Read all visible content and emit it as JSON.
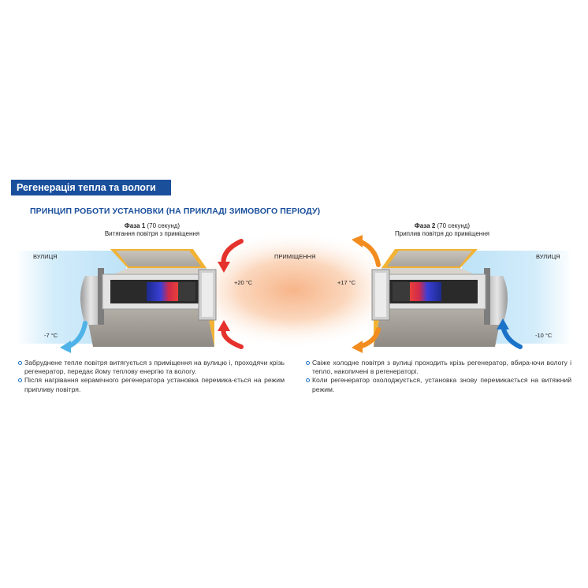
{
  "header": {
    "title": "Регенерація тепла та вологи"
  },
  "subtitle": "ПРИНЦИП РОБОТИ УСТАНОВКИ (НА ПРИКЛАДІ ЗИМОВОГО ПЕРІОДУ)",
  "phase1": {
    "name": "Фаза 1",
    "duration": "(70 секунд)",
    "description": "Витягання повітря з приміщення"
  },
  "phase2": {
    "name": "Фаза 2",
    "duration": "(70 секунд)",
    "description": "Приплив повітря до приміщення"
  },
  "labels": {
    "street_left": "ВУЛИЦЯ",
    "room": "ПРИМІЩЕННЯ",
    "street_right": "ВУЛИЦЯ",
    "temp_room_left": "+20 °C",
    "temp_room_right": "+17 °C",
    "temp_street_left": "-7 °C",
    "temp_street_right": "-10 °C"
  },
  "left_bullets": [
    "Забруднене тепле повітря витягується з приміщення на вулицю і, проходячи крізь регенератор, передає йому теплову енергію та вологу.",
    "Після нагрівання керамічного регенератора установка перемика-ється на режим припливу повітря."
  ],
  "right_bullets": [
    "Свіже холодне повітря з вулиці проходить крізь регенератор, вбира-ючи вологу і тепло, накопичені в регенераторі.",
    "Коли регенератор охолоджується, установка знову перемикається на витяжний режим."
  ],
  "colors": {
    "brand_blue": "#1a4f9c",
    "warm_red": "#e5322d",
    "warm_orange": "#f28c1e",
    "cold_blue": "#1a73c8",
    "cold_light_blue": "#4fb3e8"
  },
  "icons": [
    "red-arrow-icon",
    "orange-arrow-icon",
    "blue-arrow-icon",
    "bullet-icon"
  ]
}
